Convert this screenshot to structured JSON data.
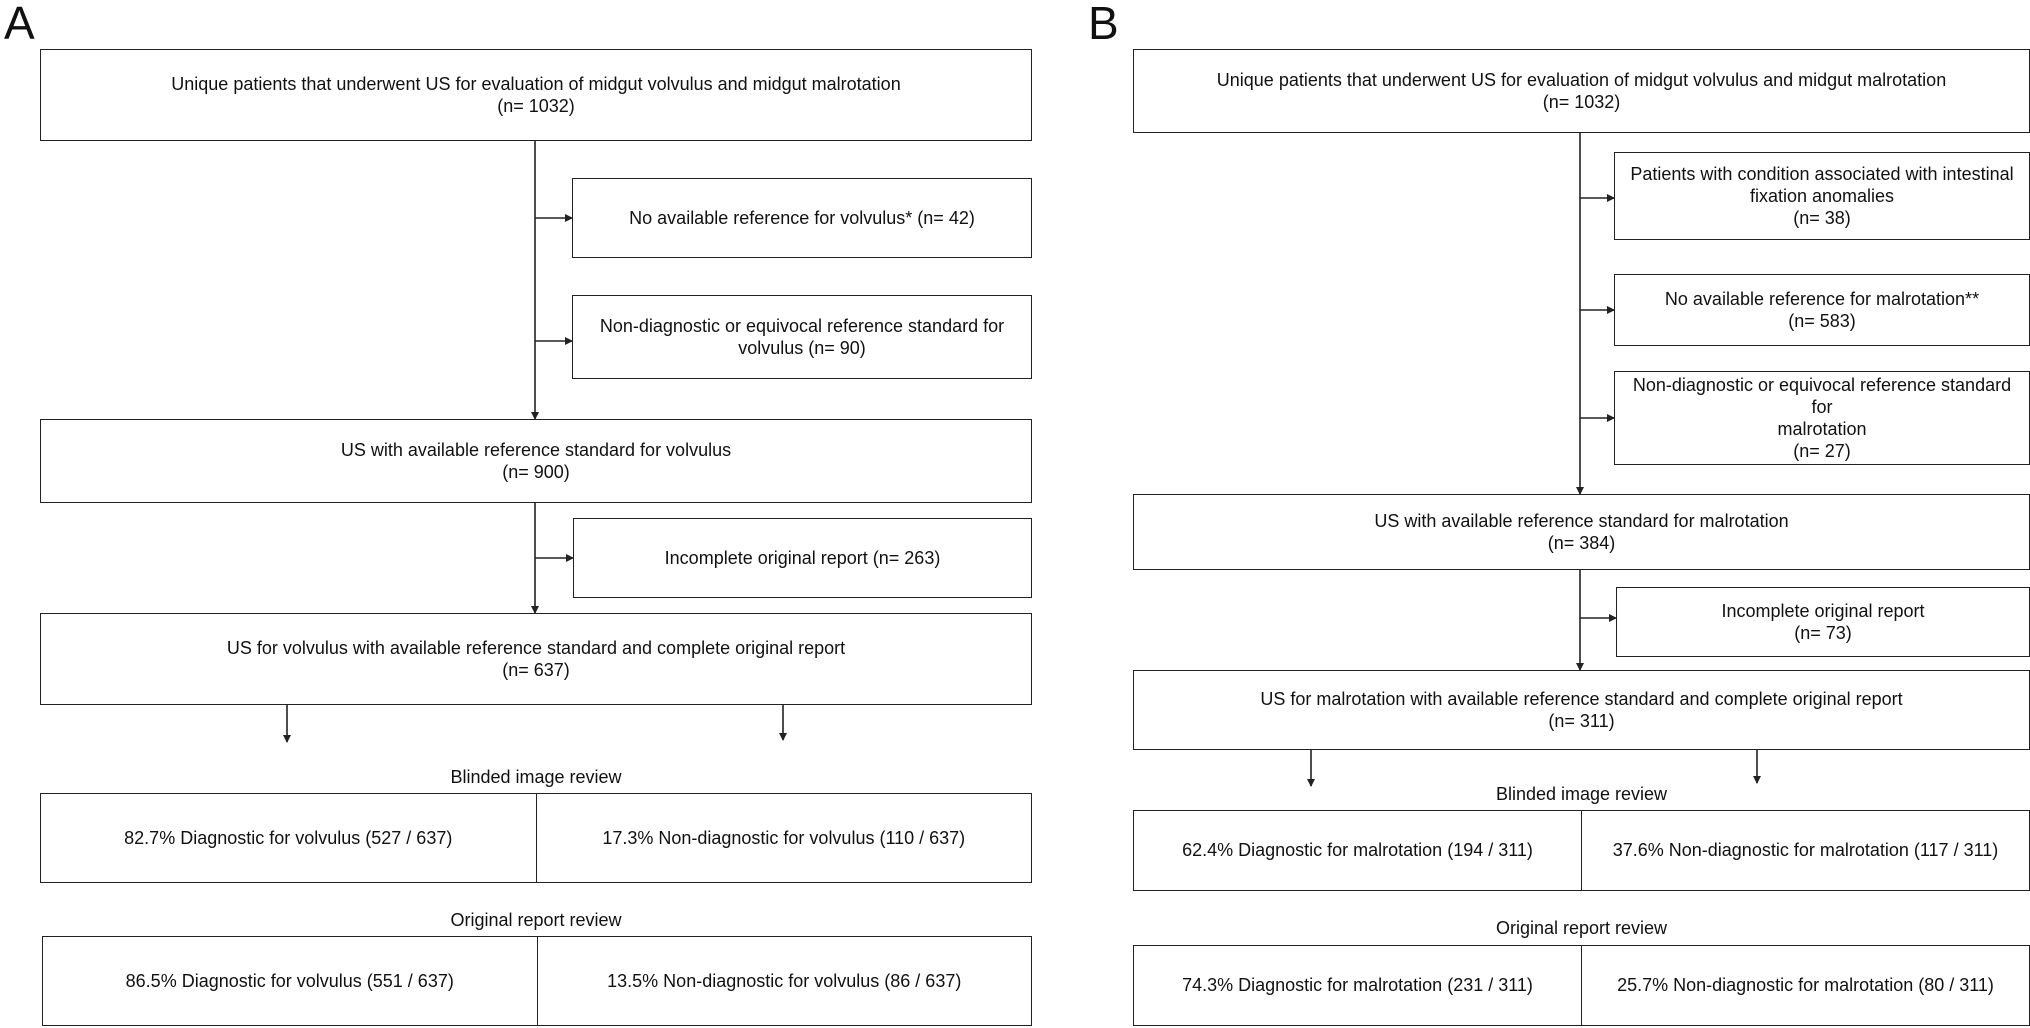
{
  "panel_a": {
    "letter": "A",
    "top": {
      "line1": "Unique patients that underwent US for evaluation of midgut volvulus and midgut malrotation",
      "line2": "(n= 1032)"
    },
    "excl1": {
      "line1": "No available reference for volvulus* (n= 42)"
    },
    "excl2": {
      "line1": "Non-diagnostic or equivocal reference standard for",
      "line2": "volvulus (n= 90)"
    },
    "mid": {
      "line1": "US with available reference standard for volvulus",
      "line2": "(n= 900)"
    },
    "excl3": {
      "line1": "Incomplete original report (n= 263)"
    },
    "final": {
      "line1": "US for volvulus with available reference standard and complete original report",
      "line2": "(n= 637)"
    },
    "blinded": {
      "caption": "Blinded image review",
      "left": "82.7% Diagnostic for volvulus (527 / 637)",
      "right": "17.3% Non-diagnostic for volvulus (110 / 637)"
    },
    "original": {
      "caption": "Original report review",
      "left": "86.5% Diagnostic for volvulus (551 / 637)",
      "right": "13.5% Non-diagnostic for volvulus (86 / 637)"
    }
  },
  "panel_b": {
    "letter": "B",
    "top": {
      "line1": "Unique patients that underwent US for evaluation of midgut volvulus and midgut malrotation",
      "line2": "(n= 1032)"
    },
    "excl1": {
      "line1": "Patients with condition associated with intestinal",
      "line2": "fixation anomalies",
      "line3": "(n= 38)"
    },
    "excl2": {
      "line1": "No available reference for malrotation**",
      "line2": "(n= 583)"
    },
    "excl3": {
      "line1": "Non-diagnostic or equivocal reference standard for",
      "line2": "malrotation",
      "line3": "(n= 27)"
    },
    "mid": {
      "line1": "US with available reference standard for malrotation",
      "line2": "(n= 384)"
    },
    "excl4": {
      "line1": "Incomplete original report",
      "line2": "(n= 73)"
    },
    "final": {
      "line1": "US for malrotation with available reference standard and complete original report",
      "line2": "(n= 311)"
    },
    "blinded": {
      "caption": "Blinded image review",
      "left": "62.4% Diagnostic for malrotation (194 / 311)",
      "right": "37.6% Non-diagnostic for malrotation (117 / 311)"
    },
    "original": {
      "caption": "Original report review",
      "left": "74.3% Diagnostic for malrotation (231 / 311)",
      "right": "25.7% Non-diagnostic for malrotation (80 / 311)"
    }
  }
}
